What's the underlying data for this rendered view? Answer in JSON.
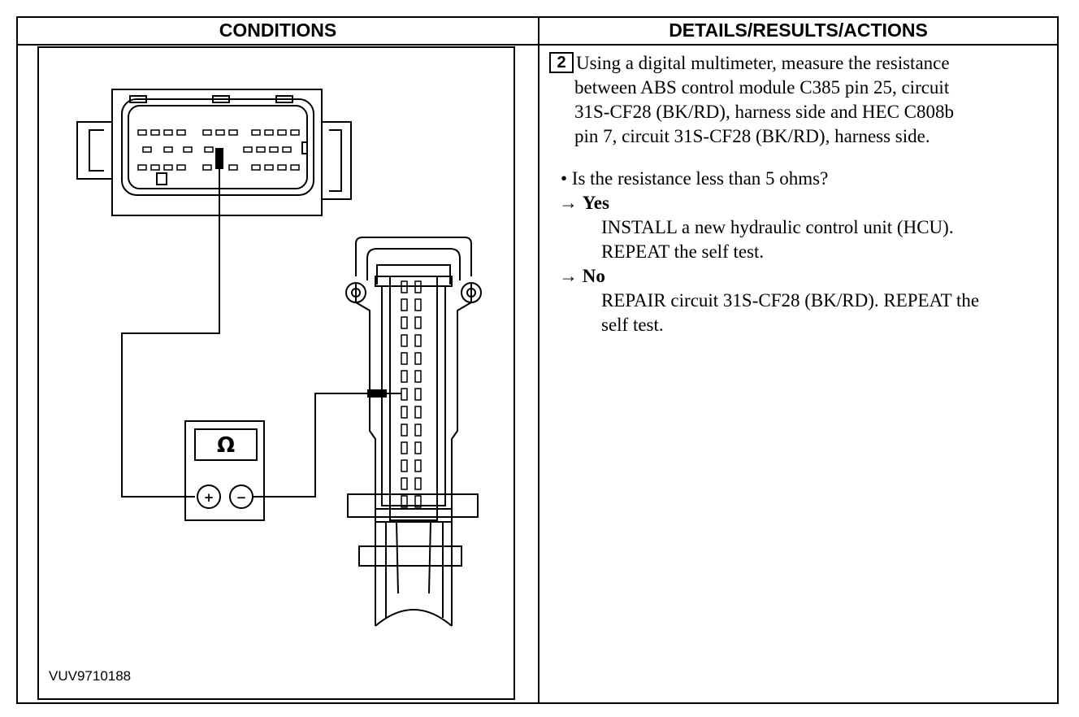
{
  "headers": {
    "conditions": "CONDITIONS",
    "details": "DETAILS/RESULTS/ACTIONS"
  },
  "figure": {
    "id": "VUV9710188",
    "meter_symbol": "Ω",
    "plus": "+",
    "minus": "−"
  },
  "step": {
    "number": "2",
    "lines": [
      "Using a digital multimeter, measure the resistance",
      "between ABS control module C385 pin 25, circuit",
      "31S-CF28 (BK/RD), harness side and HEC C808b",
      "pin 7, circuit 31S-CF28 (BK/RD), harness side."
    ],
    "question": "• Is the resistance less than 5 ohms?",
    "yes_label": "Yes",
    "yes_lines": [
      "INSTALL a new hydraulic control unit (HCU).",
      "REPEAT the self test."
    ],
    "no_label": "No",
    "no_lines": [
      "REPAIR circuit 31S-CF28 (BK/RD). REPEAT the",
      "self test."
    ],
    "arrow": "→"
  }
}
